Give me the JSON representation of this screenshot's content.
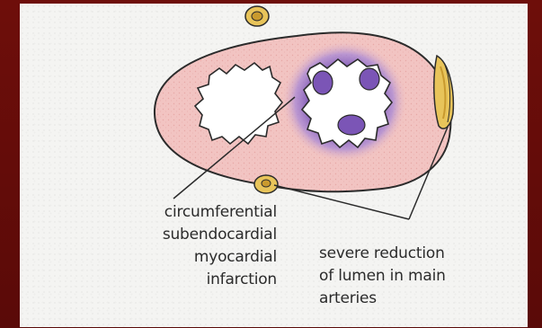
{
  "diagram": {
    "label_infarction": {
      "lines": [
        "circumferential",
        "subendocardial",
        "myocardial",
        "infarction"
      ]
    },
    "label_arteries": {
      "lines": [
        "severe reduction",
        "of lumen in main",
        "arteries"
      ]
    }
  },
  "colors": {
    "frame": "#6e0e0a",
    "background": "#f4f4f2",
    "myocardium": "#f2c4c2",
    "ischemic_zone": "#9a72c8",
    "artery": "#e8c45a",
    "outline": "#2b2b2b"
  }
}
